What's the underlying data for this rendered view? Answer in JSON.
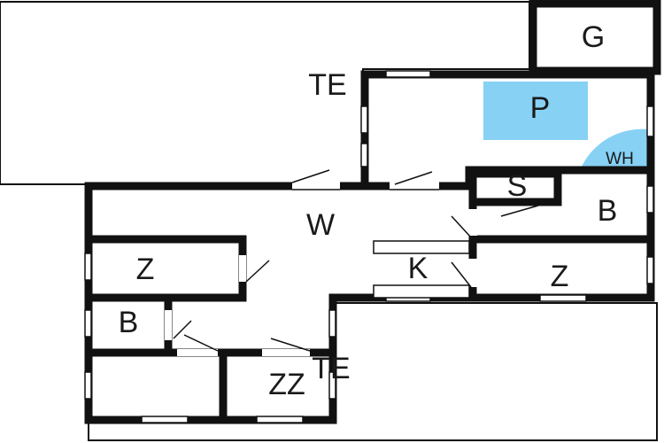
{
  "rooms": {
    "garage": "G",
    "terrace_top": "TE",
    "pool": "P",
    "whirlpool": "WH",
    "sauna": "S",
    "bath_right": "B",
    "living": "W",
    "kitchen": "K",
    "bedroom_right": "Z",
    "bedroom_left": "Z",
    "bath_left": "B",
    "bedroom_twin": "ZZ",
    "terrace_bottom": "TE"
  },
  "colors": {
    "pool_fill": "#87d1f5",
    "whirlpool_fill": "#87d1f5",
    "wall": "#111111",
    "background": "#ffffff"
  }
}
